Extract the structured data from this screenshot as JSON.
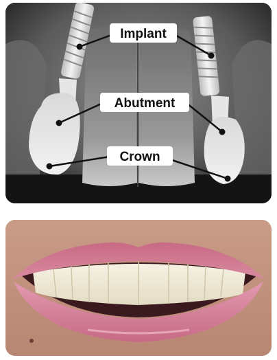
{
  "xray": {
    "labels": {
      "implant": "Implant",
      "abutment": "Abutment",
      "crown": "Crown"
    },
    "colors": {
      "label_box": "#ffffff",
      "label_text": "#111111",
      "leader_line": "#111111"
    }
  },
  "photo": {
    "subject": "smile-with-restored-teeth"
  }
}
